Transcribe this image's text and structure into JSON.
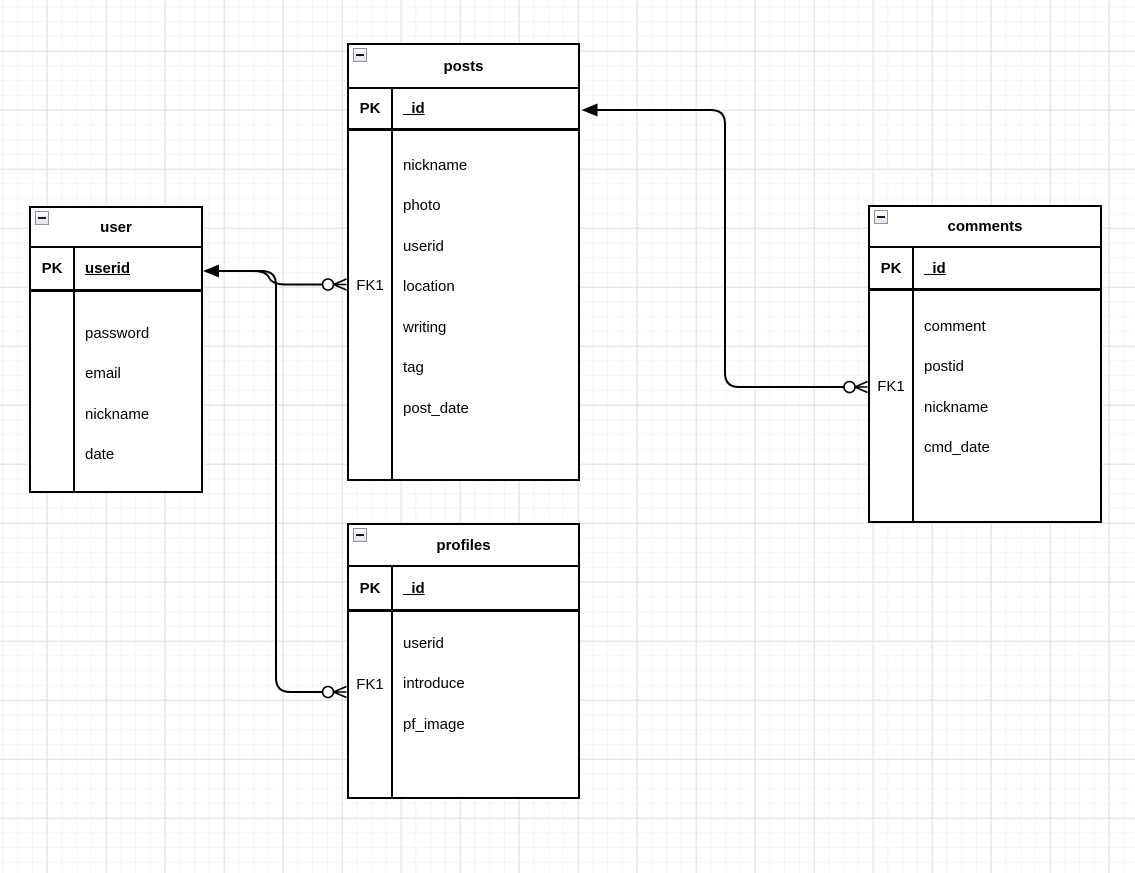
{
  "canvas": {
    "background_color": "#ffffff",
    "grid_minor_color": "#f4f4f6",
    "grid_major_color": "#dedee0",
    "line_color": "#000000"
  },
  "tables": [
    {
      "name": "posts",
      "title": "posts",
      "pk_key": "PK",
      "pk_field": "_id",
      "fk_label": "FK1",
      "fields": [
        "nickname",
        "photo",
        "userid",
        "location",
        "writing",
        "tag",
        "post_date"
      ]
    },
    {
      "name": "user",
      "title": "user",
      "pk_key": "PK",
      "pk_field": "userid",
      "fk_label": "",
      "fields": [
        "password",
        "email",
        "nickname",
        "date"
      ]
    },
    {
      "name": "comments",
      "title": "comments",
      "pk_key": "PK",
      "pk_field": "_id",
      "fk_label": "FK1",
      "fields": [
        "comment",
        "postid",
        "nickname",
        "cmd_date"
      ]
    },
    {
      "name": "profiles",
      "title": "profiles",
      "pk_key": "PK",
      "pk_field": "_id",
      "fk_label": "FK1",
      "fields": [
        "userid",
        "introduce",
        "pf_image"
      ]
    }
  ],
  "relationships": [
    {
      "from": "posts.FK1",
      "to": "user.userid",
      "cardinality": "many-to-one"
    },
    {
      "from": "profiles.FK1",
      "to": "user.userid",
      "cardinality": "many-to-one"
    },
    {
      "from": "comments.FK1",
      "to": "posts._id",
      "cardinality": "many-to-one"
    }
  ]
}
